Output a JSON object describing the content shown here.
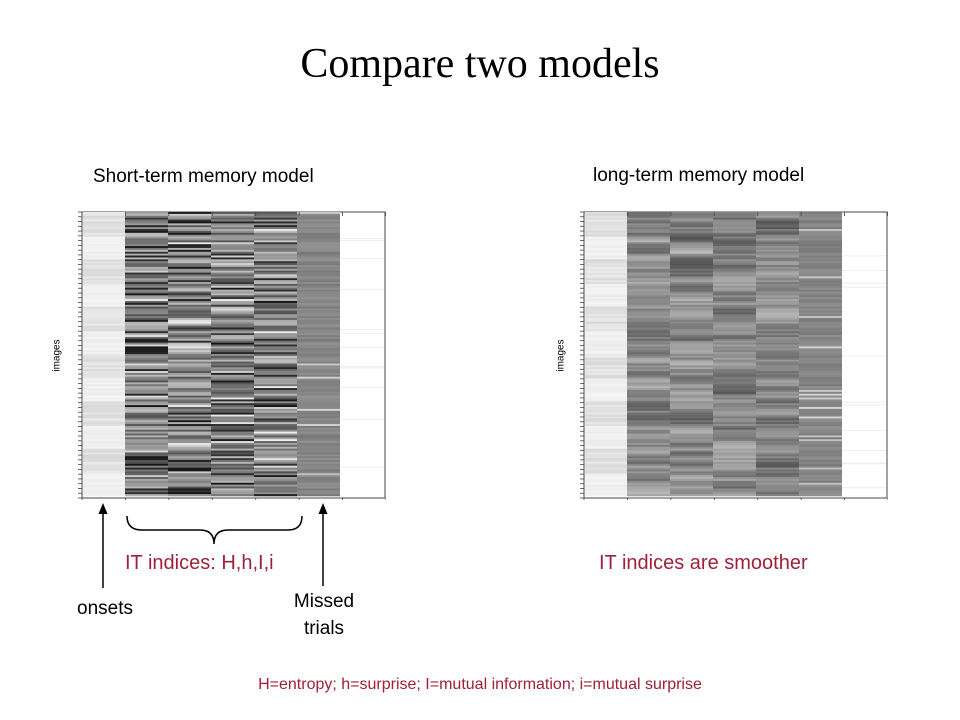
{
  "slide": {
    "title": "Compare two models",
    "left_panel": {
      "title": "Short-term memory model",
      "ylabel": "images"
    },
    "right_panel": {
      "title": "long-term memory model",
      "ylabel": "images"
    },
    "left_caption": "IT indices: H,h,I,i",
    "right_caption": "IT indices are smoother",
    "onsets_label": "onsets",
    "missed_label_line1": "Missed",
    "missed_label_line2": "trials",
    "footer": "H=entropy; h=surprise; I=mutual information; i=mutual surprise"
  },
  "colors": {
    "accent": "#a0203a",
    "text": "#000000"
  }
}
